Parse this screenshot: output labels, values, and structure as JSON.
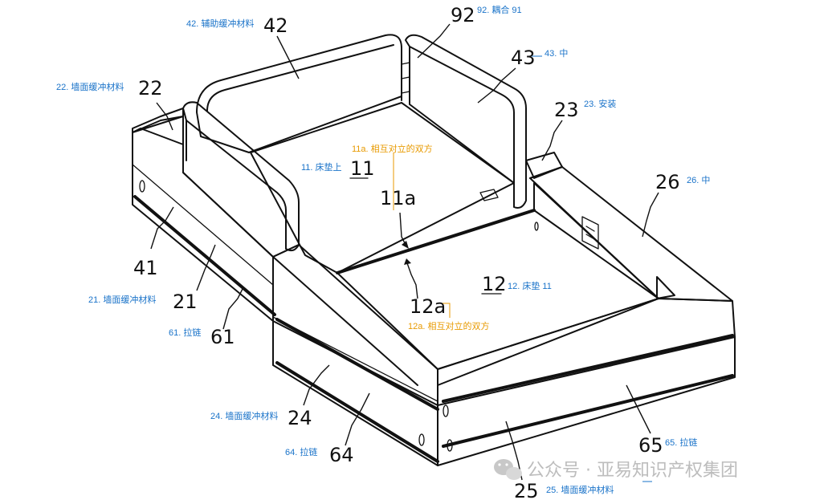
{
  "colors": {
    "caption": "#1a73c9",
    "caption_highlight": "#e89a00",
    "line": "#111111",
    "watermark": "#bdbdbd"
  },
  "labels": {
    "n42": "42",
    "n92": "92",
    "n43": "43",
    "n22": "22",
    "n23": "23",
    "n11": "11",
    "n11a": "11a",
    "n26": "26",
    "n41": "41",
    "n21": "21",
    "n61": "61",
    "n12": "12",
    "n12a": "12a",
    "n24": "24",
    "n64": "64",
    "n65": "65",
    "n25": "25"
  },
  "captions": {
    "c42": "42. 辅助缓冲材料",
    "c92_prefix": "92. 耦合 ",
    "c92_bold": "91",
    "c43": "43. 中",
    "c22": "22. 墙面缓冲材料",
    "c23": "23. 安装",
    "c11a": "11a. 相互对立的双方",
    "c11": "11. 床垫上",
    "c26": "26. 中",
    "c12_prefix": "12. 床垫 ",
    "c12_bold": "11",
    "c21": "21. 墙面缓冲材料",
    "c61": "61. 拉链",
    "c12a": "12a. 相互对立的双方",
    "c24": "24. 墙面缓冲材料",
    "c64": "64. 拉链",
    "c65": "65. 拉链",
    "c25": "25. 墙面缓冲材料"
  },
  "watermark": {
    "icon": "wechat-icon",
    "text": "公众号 · 亚易知识产权集团"
  }
}
